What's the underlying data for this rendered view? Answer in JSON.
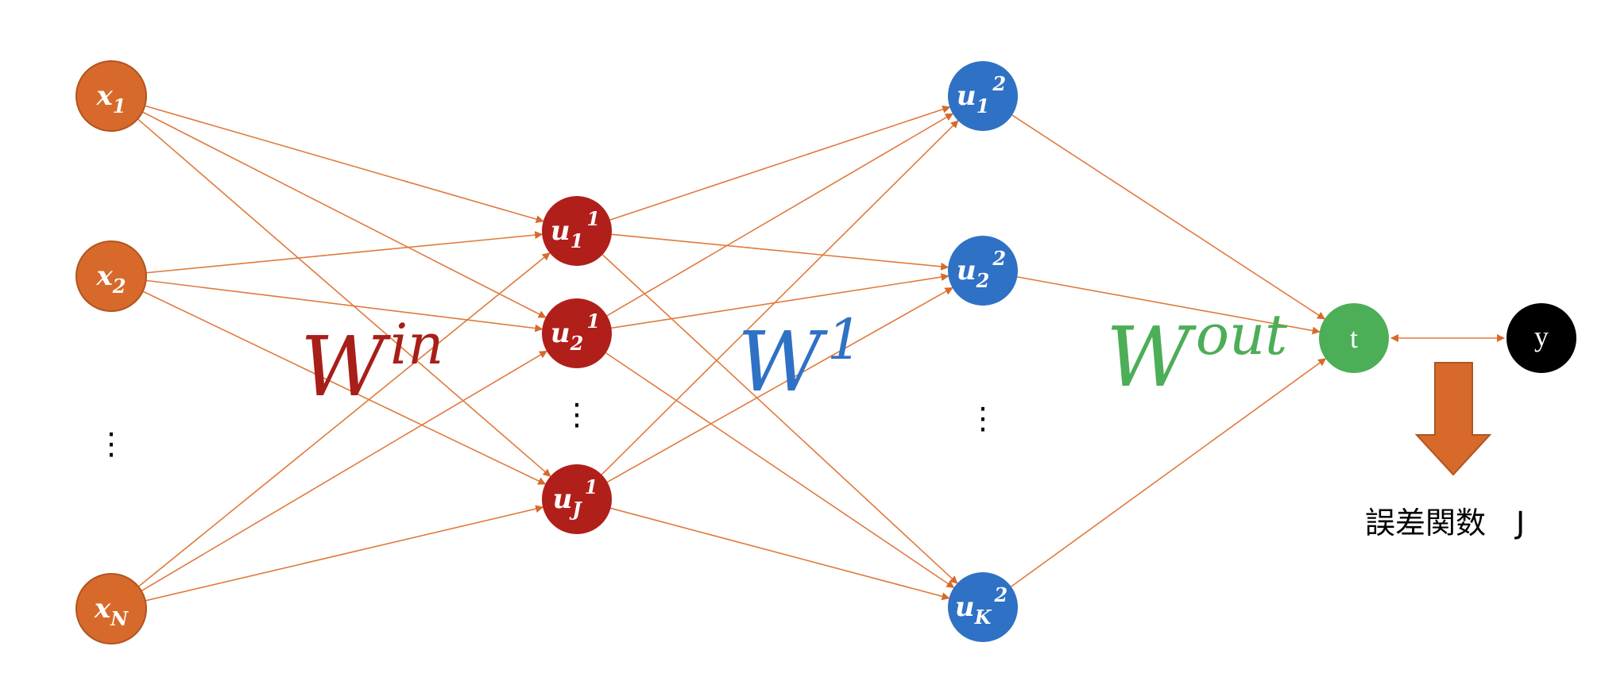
{
  "colors": {
    "input_fill": "#d76a2b",
    "input_stroke": "#b2541e",
    "hidden1_fill": "#b11f1a",
    "hidden2_fill": "#2f71c4",
    "target_fill": "#4cae57",
    "output_fill": "#000000",
    "edge": "#e07a3c",
    "arrow_fill": "#d76a2b",
    "w_in": "#a81e18",
    "w_1": "#2f71c4",
    "w_out": "#4cae57"
  },
  "input_nodes": [
    {
      "base": "x",
      "sub": "1"
    },
    {
      "base": "x",
      "sub": "2"
    },
    {
      "base": "x",
      "sub": "N"
    }
  ],
  "hidden1_nodes": [
    {
      "base": "u",
      "sub": "1",
      "sup": "1"
    },
    {
      "base": "u",
      "sub": "2",
      "sup": "1"
    },
    {
      "base": "u",
      "sub": "J",
      "sup": "1"
    }
  ],
  "hidden2_nodes": [
    {
      "base": "u",
      "sub": "1",
      "sup": "2"
    },
    {
      "base": "u",
      "sub": "2",
      "sup": "2"
    },
    {
      "base": "u",
      "sub": "K",
      "sup": "2"
    }
  ],
  "target_node": {
    "label": "t"
  },
  "output_node": {
    "label": "y"
  },
  "weights": {
    "w_in": {
      "base": "W",
      "sup": "in"
    },
    "w_1": {
      "base": "W",
      "sup": "1"
    },
    "w_out": {
      "base": "W",
      "sup": "out"
    }
  },
  "ellipsis": "⋮",
  "error_label": "誤差関数　J"
}
